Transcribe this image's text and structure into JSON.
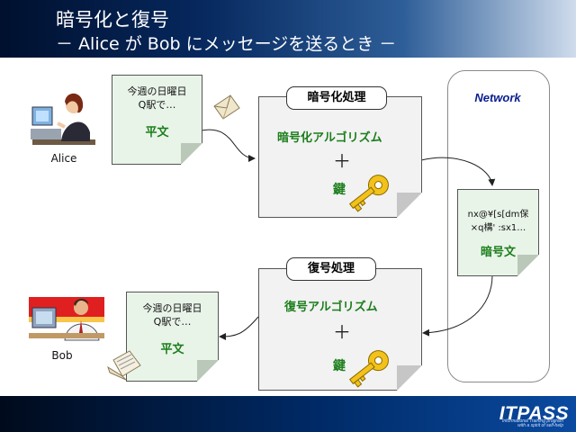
{
  "header": {
    "title": "暗号化と復号",
    "subtitle": "－ Alice が Bob にメッセージを送るとき －"
  },
  "network": {
    "label": "Network"
  },
  "alice": {
    "name": "Alice",
    "plaintext": {
      "line1": "今週の日曜日",
      "line2": "Q駅で…",
      "title": "平文"
    }
  },
  "bob": {
    "name": "Bob",
    "plaintext": {
      "line1": "今週の日曜日",
      "line2": "Q駅で…",
      "title": "平文"
    }
  },
  "encryption": {
    "label": "暗号化処理",
    "algorithm": "暗号化アルゴリズム",
    "plus": "＋",
    "key": "鍵"
  },
  "decryption": {
    "label": "復号処理",
    "algorithm": "復号アルゴリズム",
    "plus": "＋",
    "key": "鍵"
  },
  "ciphertext": {
    "line1": "nx@¥[s[dm保",
    "line2": "×q構' :sx1…",
    "title": "暗号文"
  },
  "footer": {
    "logo": "ITPASS",
    "logo_sub_1": "Informational Training program",
    "logo_sub_2": "with a spirit of self-help"
  },
  "colors": {
    "accent_green": "#1a7d1a",
    "network_blue": "#0a1f8f",
    "key_gold": "#e6a800"
  }
}
